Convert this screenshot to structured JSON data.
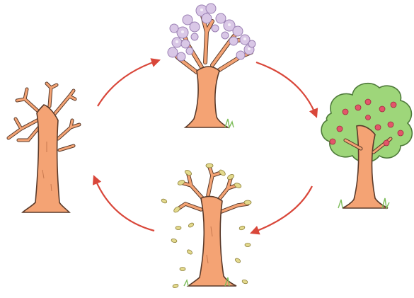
{
  "diagram": {
    "type": "cycle",
    "stages": [
      {
        "name": "spring-tree",
        "state": "blossoms"
      },
      {
        "name": "summer-tree",
        "state": "green-foliage-with-fruit"
      },
      {
        "name": "autumn-tree",
        "state": "falling-leaves"
      },
      {
        "name": "winter-tree",
        "state": "bare-branches"
      }
    ],
    "arrow_color": "#d9473a",
    "colors": {
      "trunk": "#f4a374",
      "outline": "#5a3a2a",
      "blossom": "#d9c7e6",
      "blossom_outline": "#9a7fb3",
      "foliage": "#9ed67a",
      "foliage_outline": "#4e7a3a",
      "fruit": "#e2566a",
      "autumn_leaf": "#e3d98c",
      "grass": "#7dbd5a"
    }
  }
}
